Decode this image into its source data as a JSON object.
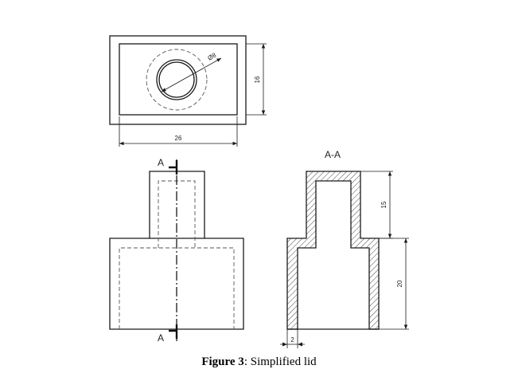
{
  "top_view": {
    "dim_diameter": "Ø8",
    "dim_width": "26",
    "dim_depth": "16"
  },
  "front_view": {
    "cut_label_top": "A",
    "cut_label_bottom": "A"
  },
  "section_view": {
    "title": "A-A",
    "dim_neck_height": "15",
    "dim_body_height": "20",
    "dim_wall": "2"
  },
  "caption": {
    "figure_label": "Figure 3",
    "text": ": Simplified lid"
  },
  "colors": {
    "line": "#1a1a1a",
    "hatch": "#333333",
    "background": "#ffffff"
  }
}
